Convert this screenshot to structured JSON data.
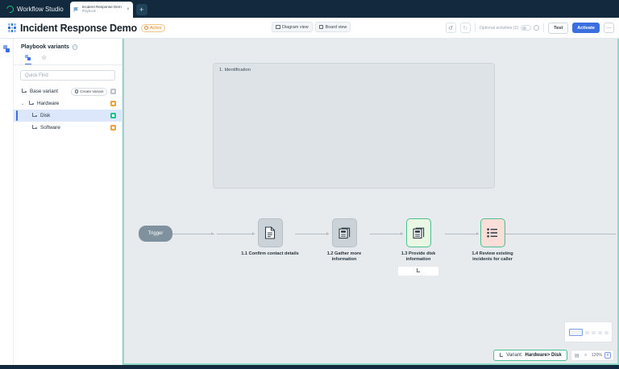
{
  "window": {
    "brand": "Workflow Studio",
    "tab": {
      "title": "Incident Response Dem",
      "subtitle": "Playbook",
      "close": "×",
      "icon": "flag-icon"
    },
    "new_tab": "+"
  },
  "header": {
    "title": "Incident Response Demo",
    "status_badge": "Active",
    "views": [
      {
        "label": "Diagram view",
        "icon": "diagram-icon",
        "active": true
      },
      {
        "label": "Board view",
        "icon": "board-icon",
        "active": false
      }
    ],
    "undo": "↺",
    "redo": "↻",
    "optional_activities_label": "Optional activities (2)",
    "settings_icon": "gear-icon",
    "test_label": "Test",
    "activate_label": "Activate",
    "more_label": "⋯"
  },
  "sidebar": {
    "title": "Playbook variants",
    "help_icon": "help-icon",
    "tabs": [
      {
        "name": "variants-tab",
        "icon": "variants-icon",
        "active": true
      },
      {
        "name": "favorites-tab",
        "icon": "star-icon",
        "active": false
      }
    ],
    "search_placeholder": "Quick Find",
    "tree": [
      {
        "label": "Base variant",
        "badge": "gray",
        "action": "Create Variant",
        "indent": 0,
        "selected": false,
        "caret": ""
      },
      {
        "label": "Hardware",
        "badge": "amber",
        "indent": 0,
        "selected": false,
        "caret": "⌄"
      },
      {
        "label": "Disk",
        "badge": "green",
        "indent": 1,
        "selected": true,
        "caret": ""
      },
      {
        "label": "Software",
        "badge": "amber",
        "indent": 1,
        "selected": false,
        "caret": ""
      }
    ]
  },
  "canvas": {
    "trigger_label": "Trigger",
    "group_label": "1. Identification",
    "nodes": [
      {
        "id": "1.1",
        "label": "1.1 Confirm contact details",
        "style": "gray",
        "icon": "document-icon",
        "sub": null
      },
      {
        "id": "1.2",
        "label": "1.2 Gather more information",
        "style": "gray",
        "icon": "form-icon",
        "sub": null
      },
      {
        "id": "1.3",
        "label": "1.3 Provide disk information",
        "style": "green",
        "icon": "form-icon",
        "sub": "variant-branch-icon"
      },
      {
        "id": "1.4",
        "label": "1.4 Review existing incidents for caller",
        "style": "pink",
        "icon": "list-icon",
        "sub": null
      }
    ],
    "status": {
      "variant_prefix": "Variant:",
      "variant_value": "Hardware> Disk",
      "variant_icon": "branch-icon",
      "zoom_level": "120%",
      "fit_icon": "fit-icon",
      "search_icon": "zoom-search-icon",
      "zoom_select_icon": "zoom-box-icon"
    }
  },
  "colors": {
    "accent_blue": "#3b6fe0",
    "variant_green": "#4cc08f",
    "status_orange": "#e08c2a",
    "canvas_bg": "#e7ebee",
    "chrome_dark": "#13293d"
  }
}
